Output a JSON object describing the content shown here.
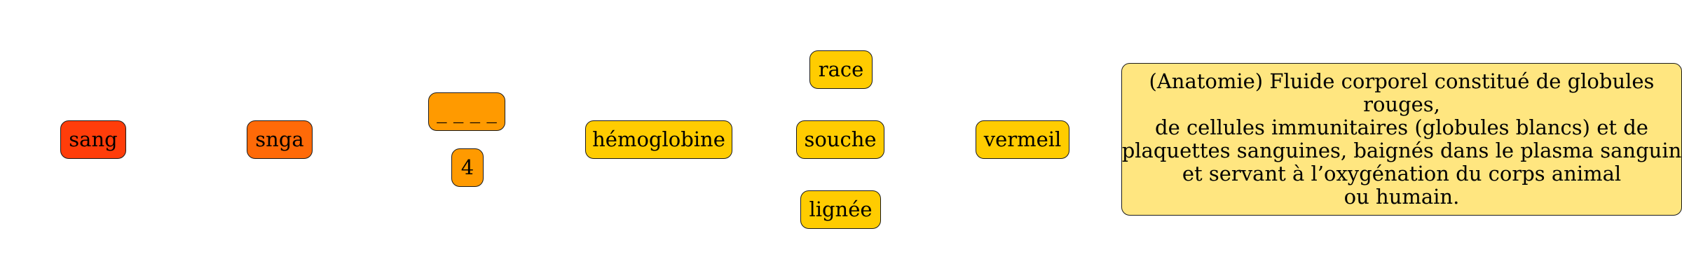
{
  "diagram": {
    "word": {
      "label": "sang",
      "color": "#ff3d0a"
    },
    "anagram": {
      "label": "snga",
      "color": "#ff6a08"
    },
    "pattern": {
      "label": "_ _ _ _",
      "color": "#ff9a00"
    },
    "letter_count": {
      "label": "4",
      "color": "#ff9a00"
    },
    "related": {
      "label": "hémoglobine",
      "color": "#ffcc00"
    },
    "synonyms": [
      {
        "label": "race",
        "color": "#ffcc00"
      },
      {
        "label": "souche",
        "color": "#ffcc00"
      },
      {
        "label": "lignée",
        "color": "#ffcc00"
      }
    ],
    "adjective": {
      "label": "vermeil",
      "color": "#ffcc00"
    },
    "definition": {
      "color": "#ffe680",
      "lines": [
        "(Anatomie) Fluide corporel constitué de globules",
        "rouges,",
        "de cellules immunitaires (globules blancs) et de",
        "plaquettes sanguines, baignés dans le plasma sanguin",
        "et servant à l’oxygénation du corps animal",
        "ou humain."
      ]
    }
  }
}
